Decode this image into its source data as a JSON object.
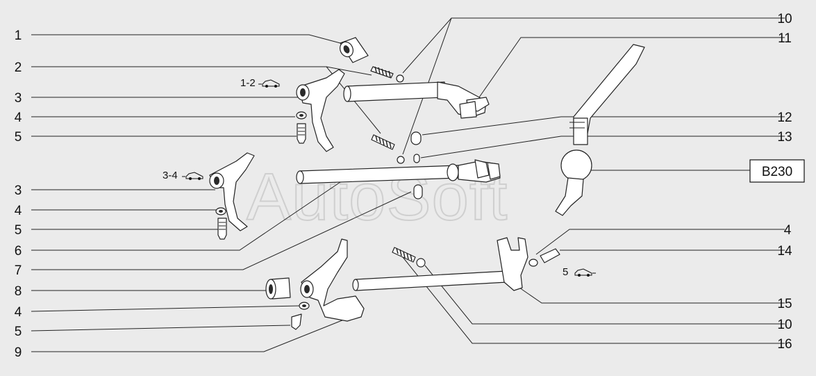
{
  "watermark": "AutoSoft",
  "ref_box": "B230",
  "gear_marks": {
    "g12": "1-2",
    "g34": "3-4",
    "g5": "5"
  },
  "left_callouts": [
    "1",
    "2",
    "3",
    "4",
    "5",
    "3",
    "4",
    "5",
    "6",
    "7",
    "8",
    "4",
    "5",
    "9"
  ],
  "right_callouts": [
    "10",
    "11",
    "12",
    "13",
    "4",
    "14",
    "15",
    "10",
    "16"
  ]
}
